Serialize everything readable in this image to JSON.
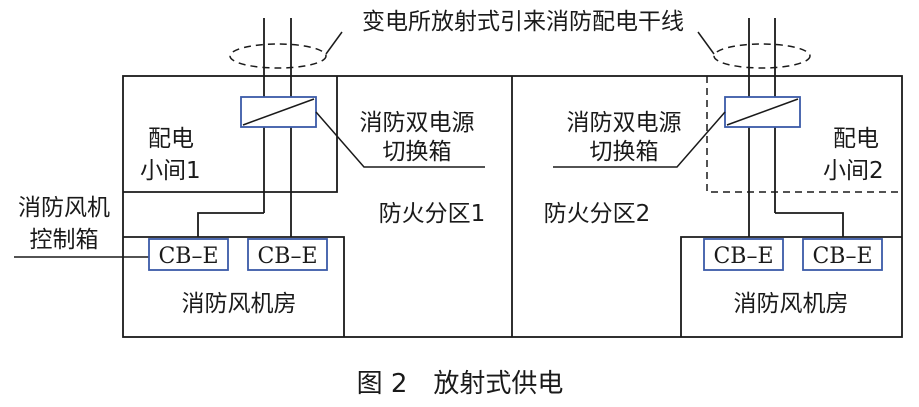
{
  "title": "变电所放射式引来消防配电干线",
  "caption": "图 2　放射式供电",
  "zones": {
    "zone1": "防火分区1",
    "zone2": "防火分区2"
  },
  "distribution_rooms": {
    "room1_line1": "配电",
    "room1_line2": "小间1",
    "room2_line1": "配电",
    "room2_line2": "小间2"
  },
  "switch_box": {
    "left_line1": "消防双电源",
    "left_line2": "切换箱",
    "right_line1": "消防双电源",
    "right_line2": "切换箱"
  },
  "fan_control_box": {
    "line1": "消防风机",
    "line2": "控制箱"
  },
  "fan_room": {
    "left": "消防风机房",
    "right": "消防风机房"
  },
  "cb_labels": {
    "l1": "CB–E",
    "l2": "CB–E",
    "r1": "CB–E",
    "r2": "CB–E"
  },
  "colors": {
    "line": "#1a1a1a",
    "device_border": "#3a5aa8"
  }
}
